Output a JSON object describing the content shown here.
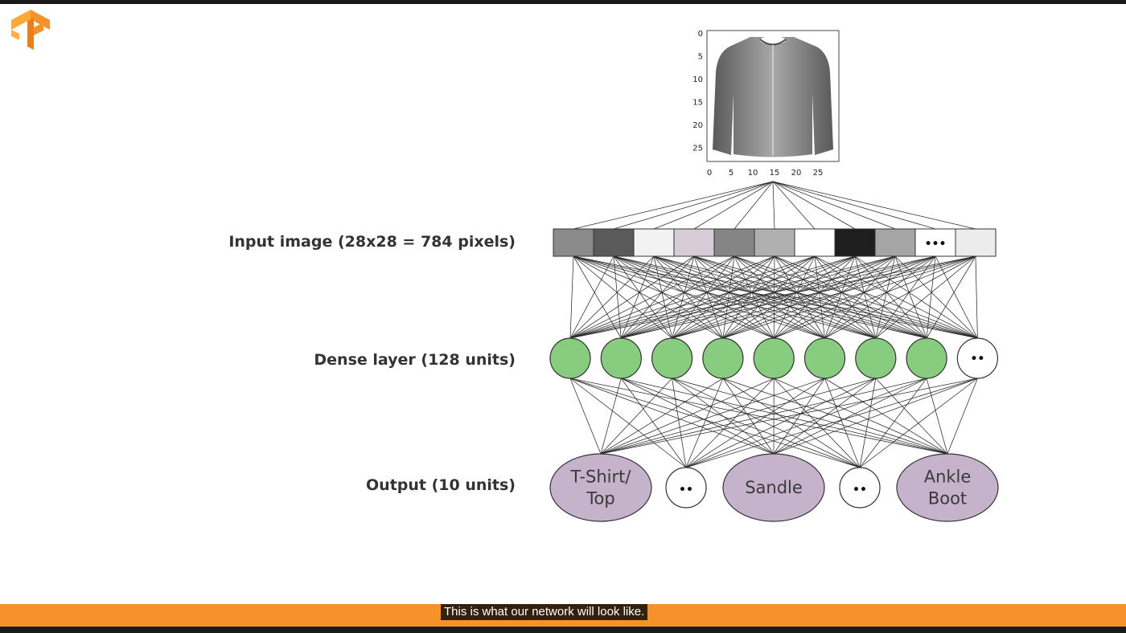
{
  "labels": {
    "input": "Input image (28x28 = 784 pixels)",
    "dense": "Dense layer (128 units)",
    "output": "Output (10 units)"
  },
  "plot": {
    "x_ticks": [
      "0",
      "5",
      "10",
      "15",
      "20",
      "25"
    ],
    "y_ticks": [
      "0",
      "5",
      "10",
      "15",
      "20",
      "25"
    ]
  },
  "input_pixels": [
    {
      "color": "#8a8a8a",
      "text": ""
    },
    {
      "color": "#5a5a5a",
      "text": ""
    },
    {
      "color": "#f2f2f2",
      "text": ""
    },
    {
      "color": "#d8ccd8",
      "text": ""
    },
    {
      "color": "#858585",
      "text": ""
    },
    {
      "color": "#b0b0b0",
      "text": ""
    },
    {
      "color": "#ffffff",
      "text": ""
    },
    {
      "color": "#1e1e1e",
      "text": ""
    },
    {
      "color": "#a5a5a5",
      "text": ""
    },
    {
      "color": "#ffffff",
      "text": "•••"
    },
    {
      "color": "#ececec",
      "text": ""
    }
  ],
  "dense_units": [
    {
      "color": "#88cc80",
      "text": ""
    },
    {
      "color": "#88cc80",
      "text": ""
    },
    {
      "color": "#88cc80",
      "text": ""
    },
    {
      "color": "#88cc80",
      "text": ""
    },
    {
      "color": "#88cc80",
      "text": ""
    },
    {
      "color": "#88cc80",
      "text": ""
    },
    {
      "color": "#88cc80",
      "text": ""
    },
    {
      "color": "#88cc80",
      "text": ""
    },
    {
      "color": "#ffffff",
      "text": "••"
    }
  ],
  "output_units": [
    {
      "lines": [
        "T-Shirt/",
        "Top"
      ],
      "color": "#c5b3cc"
    },
    {
      "lines": [
        "••"
      ],
      "color": "#ffffff"
    },
    {
      "lines": [
        "Sandle"
      ],
      "color": "#c5b3cc"
    },
    {
      "lines": [
        "••"
      ],
      "color": "#ffffff"
    },
    {
      "lines": [
        "Ankle",
        "Boot"
      ],
      "color": "#c5b3cc"
    }
  ],
  "colors": {
    "accent_orange": "#f5922a",
    "dense_green": "#88cc80",
    "output_purple": "#c5b3cc"
  },
  "icons": {
    "logo": "tensorflow-logo-icon"
  },
  "caption": "This is what our network will look like."
}
